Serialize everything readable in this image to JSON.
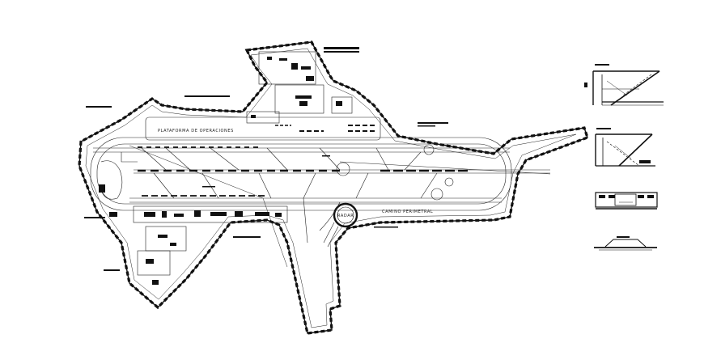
{
  "labels": {
    "apron": "PLATAFORMA DE OPERACIONES",
    "perimeter_road": "CAMINO PERIMETRAL",
    "radar": "RADAR"
  },
  "colors": {
    "line": "#111111",
    "background": "#ffffff"
  }
}
